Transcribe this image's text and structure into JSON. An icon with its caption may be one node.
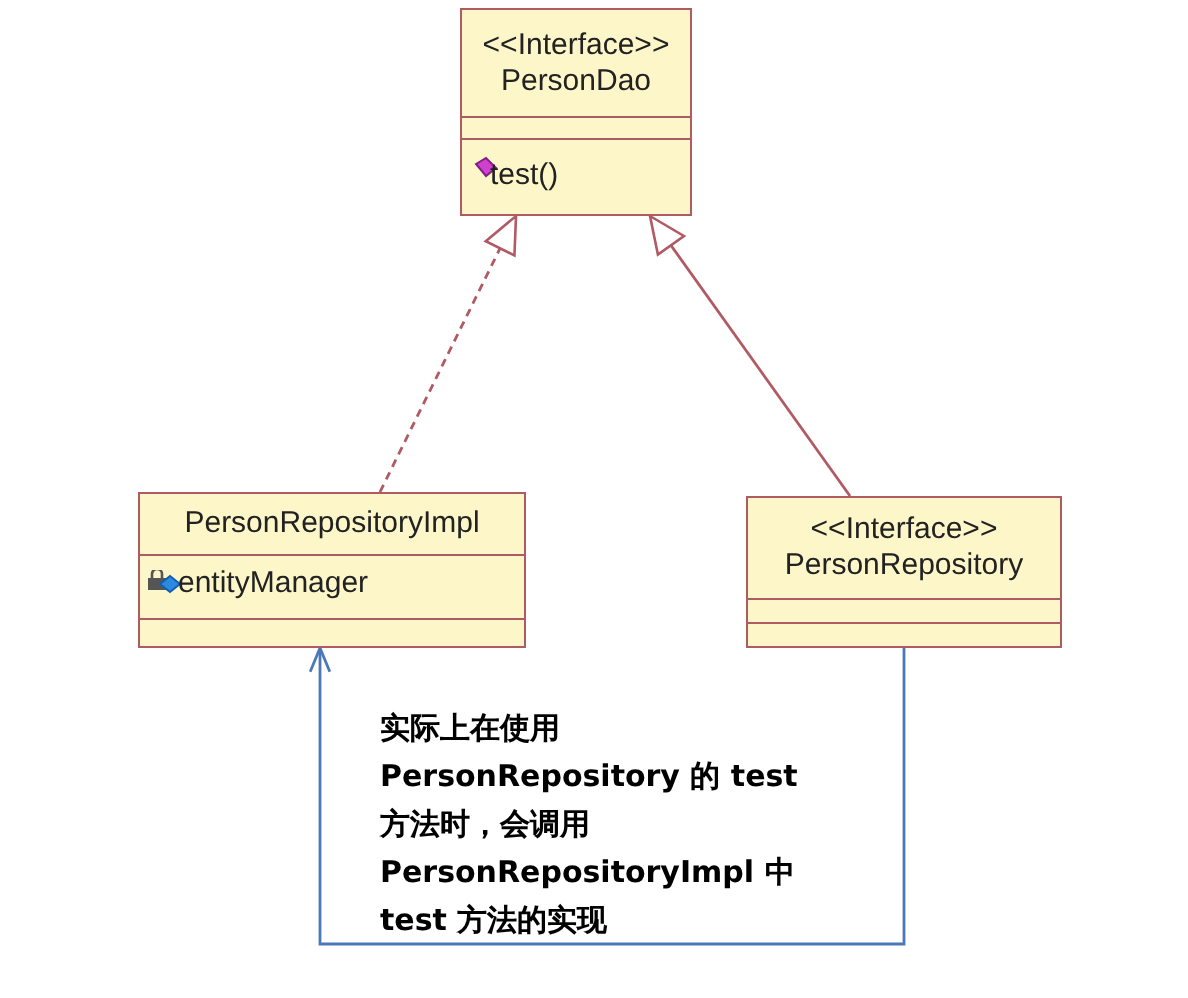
{
  "diagram": {
    "nodes": [
      {
        "text": [
          "<<Interface>>",
          "PersonDao",
          "test()"
        ]
      },
      {
        "text": [
          "PersonRepositoryImpl",
          "entityManager"
        ]
      },
      {
        "text": [
          "<<Interface>>",
          "PersonRepository"
        ]
      }
    ],
    "edges": [
      {
        "from": 1,
        "to": 0,
        "arrow": "to",
        "style": "dashed"
      },
      {
        "from": 2,
        "to": 0,
        "arrow": "to"
      },
      {
        "from": 2,
        "to": 1,
        "arrow": "to",
        "color": "#4a78b8"
      }
    ],
    "labels": [
      "实际上在使用PersonRepository 的 test 方法时，会调用PersonRepositoryImpl 中 test 方法的实现"
    ]
  }
}
